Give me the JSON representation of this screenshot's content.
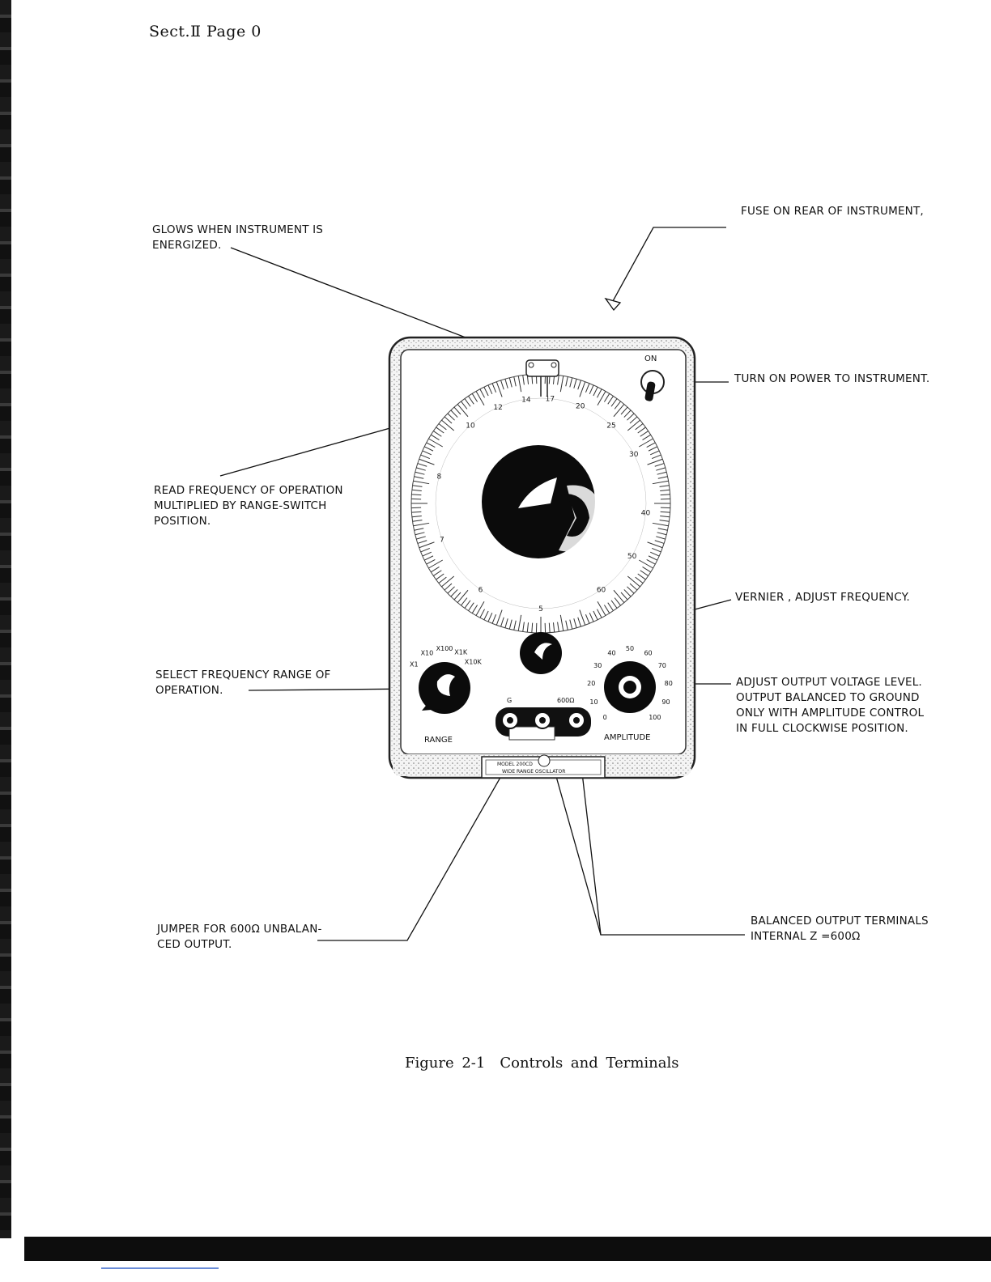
{
  "header": {
    "text": "Sect.Ⅱ  Page 0"
  },
  "callouts": {
    "glows": "GLOWS WHEN INSTRUMENT IS\nENERGIZED.",
    "fuse": "FUSE ON REAR OF INSTRUMENT,",
    "power": "TURN ON POWER TO INSTRUMENT.",
    "read_freq": "READ FREQUENCY OF OPERATION\nMULTIPLIED BY RANGE-SWITCH\nPOSITION.",
    "vernier": "VERNIER , ADJUST FREQUENCY.",
    "select_range": "SELECT FREQUENCY RANGE OF\nOPERATION.",
    "adjust_output": "ADJUST OUTPUT VOLTAGE LEVEL.\nOUTPUT BALANCED TO GROUND\nONLY WITH AMPLITUDE CONTROL\nIN FULL CLOCKWISE POSITION.",
    "jumper": "JUMPER FOR 600Ω  UNBALAN-\nCED OUTPUT.",
    "balanced": "BALANCED OUTPUT TERMINALS\nINTERNAL  Z =600Ω"
  },
  "instrument": {
    "on_label": "ON",
    "range_label": "RANGE",
    "amplitude_label": "AMPLITUDE",
    "g_label": "G",
    "ohm_label": "600Ω",
    "nameplate_line1": "MODEL  200CD",
    "nameplate_line2": "WIDE RANGE OSCILLATOR",
    "dial_numbers": [
      "5",
      "6",
      "7",
      "8",
      "10",
      "12",
      "14",
      "17",
      "20",
      "25",
      "30",
      "40",
      "50",
      "60"
    ],
    "range_positions": [
      "X1",
      "X10",
      "X100",
      "X1K",
      "X10K"
    ],
    "amplitude_numbers": [
      "0",
      "10",
      "20",
      "30",
      "40",
      "50",
      "60",
      "70",
      "80",
      "90",
      "100"
    ]
  },
  "caption": {
    "figure": "Figure  2-1",
    "title": "Controls and Terminals"
  }
}
